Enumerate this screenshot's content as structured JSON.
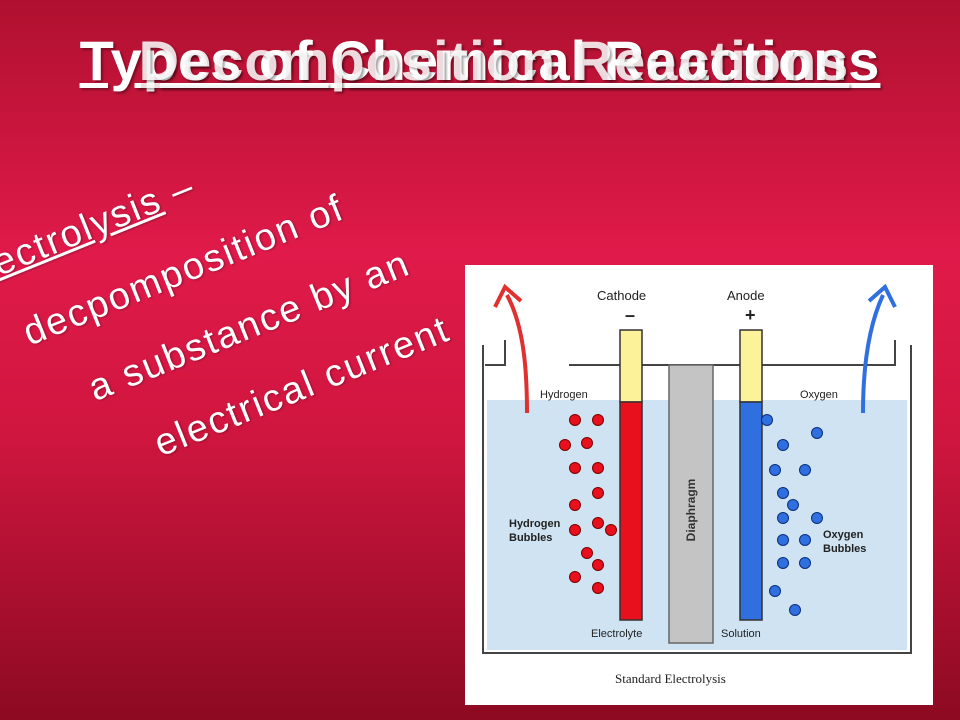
{
  "slide": {
    "title": "Types of Chemical Reactions",
    "title_overlay": "Decomposition Reactions"
  },
  "definition": {
    "term": "Electrolysis",
    "dash": " –",
    "line2": "decpomposition of",
    "line3": "a substance by an",
    "line4": "electrical current"
  },
  "diagram": {
    "cathode": "Cathode",
    "cathode_sign": "–",
    "anode": "Anode",
    "anode_sign": "+",
    "hydrogen": "Hydrogen",
    "oxygen": "Oxygen",
    "diaphragm": "Diaphragm",
    "hydrogen_bubbles_1": "Hydrogen",
    "hydrogen_bubbles_2": "Bubbles",
    "oxygen_bubbles_1": "Oxygen",
    "oxygen_bubbles_2": "Bubbles",
    "electrolyte": "Electrolyte",
    "solution": "Solution",
    "caption": "Standard Electrolysis",
    "colors": {
      "cathode": "#e8101c",
      "anode": "#2f6fe0",
      "terminal": "#fbf29a",
      "water": "#cfe3f2",
      "diaphragm": "#c4c4c4"
    }
  }
}
